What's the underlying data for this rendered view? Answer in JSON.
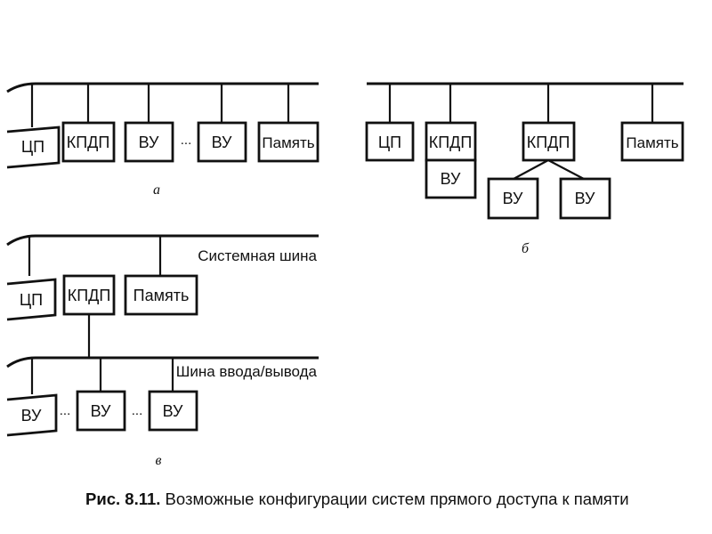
{
  "caption": {
    "number": "Рис. 8.11.",
    "text": "Возможные конфигурации систем прямого доступа к памяти"
  },
  "a": {
    "letter": "а",
    "boxes": [
      "ЦП",
      "КПДП",
      "ВУ",
      "ВУ",
      "Память"
    ],
    "ellipsis": "..."
  },
  "b": {
    "letter": "б",
    "boxes": [
      "ЦП",
      "КПДП",
      "ВУ",
      "КПДП",
      "ВУ",
      "ВУ",
      "Память"
    ]
  },
  "v": {
    "letter": "в",
    "system_bus_label": "Системная шина",
    "io_bus_label": "Шина ввода/вывода",
    "top_boxes": [
      "ЦП",
      "КПДП",
      "Память"
    ],
    "bottom_boxes": [
      "ВУ",
      "ВУ",
      "ВУ"
    ],
    "ellipsis": "..."
  }
}
